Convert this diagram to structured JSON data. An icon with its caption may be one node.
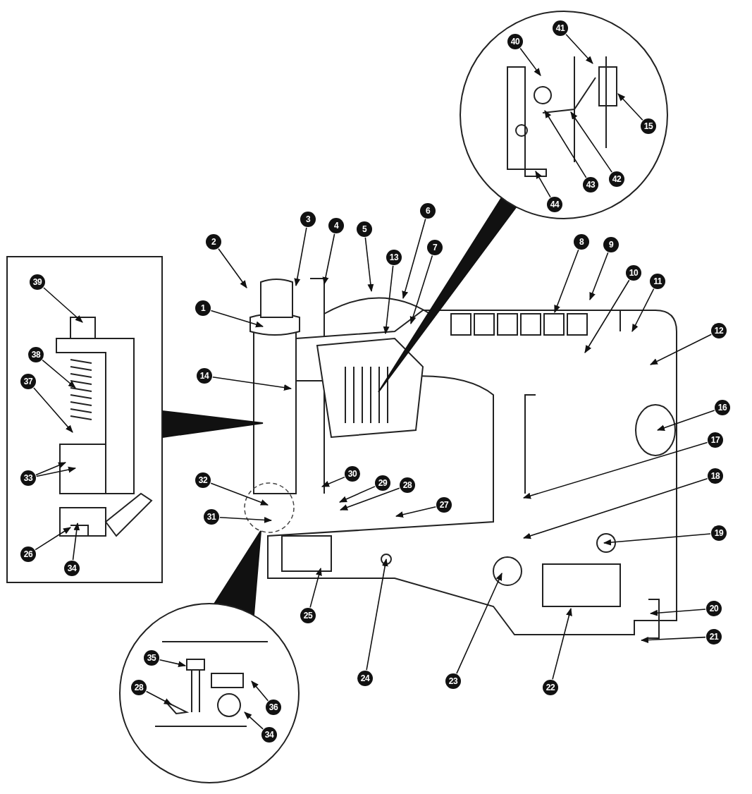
{
  "diagram": {
    "nodes": [
      {
        "text": [
          "1"
        ]
      },
      {
        "text": [
          "2"
        ]
      },
      {
        "text": [
          "3"
        ]
      },
      {
        "text": [
          "4"
        ]
      },
      {
        "text": [
          "5"
        ]
      },
      {
        "text": [
          "6"
        ]
      },
      {
        "text": [
          "7"
        ]
      },
      {
        "text": [
          "8"
        ]
      },
      {
        "text": [
          "9"
        ]
      },
      {
        "text": [
          "10"
        ]
      },
      {
        "text": [
          "11"
        ]
      },
      {
        "text": [
          "12"
        ]
      },
      {
        "text": [
          "13"
        ]
      },
      {
        "text": [
          "14"
        ]
      },
      {
        "text": [
          "15"
        ]
      },
      {
        "text": [
          "16"
        ]
      },
      {
        "text": [
          "17"
        ]
      },
      {
        "text": [
          "18"
        ]
      },
      {
        "text": [
          "19"
        ]
      },
      {
        "text": [
          "20"
        ]
      },
      {
        "text": [
          "21"
        ]
      },
      {
        "text": [
          "22"
        ]
      },
      {
        "text": [
          "23"
        ]
      },
      {
        "text": [
          "24"
        ]
      },
      {
        "text": [
          "25"
        ]
      },
      {
        "text": [
          "26"
        ]
      },
      {
        "text": [
          "27"
        ]
      },
      {
        "text": [
          "28"
        ]
      },
      {
        "text": [
          "28"
        ]
      },
      {
        "text": [
          "29"
        ]
      },
      {
        "text": [
          "30"
        ]
      },
      {
        "text": [
          "31"
        ]
      },
      {
        "text": [
          "32"
        ]
      },
      {
        "text": [
          "33"
        ]
      },
      {
        "text": [
          "34"
        ]
      },
      {
        "text": [
          "34"
        ]
      },
      {
        "text": [
          "35"
        ]
      },
      {
        "text": [
          "36"
        ]
      },
      {
        "text": [
          "37"
        ]
      },
      {
        "text": [
          "38"
        ]
      },
      {
        "text": [
          "39"
        ]
      },
      {
        "text": [
          "40"
        ]
      },
      {
        "text": [
          "41"
        ]
      },
      {
        "text": [
          "42"
        ]
      },
      {
        "text": [
          "43"
        ]
      },
      {
        "text": [
          "44"
        ]
      }
    ],
    "edges": [
      {
        "from": 0,
        "to": null,
        "arrow": "to"
      },
      {
        "from": 1,
        "to": null,
        "arrow": "to"
      },
      {
        "from": 2,
        "to": null,
        "arrow": "to"
      },
      {
        "from": 3,
        "to": null,
        "arrow": "to"
      },
      {
        "from": 4,
        "to": null,
        "arrow": "to"
      },
      {
        "from": 5,
        "to": null,
        "arrow": "to"
      },
      {
        "from": 6,
        "to": null,
        "arrow": "to"
      },
      {
        "from": 7,
        "to": null,
        "arrow": "to"
      },
      {
        "from": 8,
        "to": null,
        "arrow": "to"
      },
      {
        "from": 9,
        "to": null,
        "arrow": "to"
      },
      {
        "from": 10,
        "to": null,
        "arrow": "to"
      },
      {
        "from": 11,
        "to": null,
        "arrow": "to"
      },
      {
        "from": 12,
        "to": null,
        "arrow": "to"
      },
      {
        "from": 13,
        "to": null,
        "arrow": "to"
      },
      {
        "from": 14,
        "to": null,
        "arrow": "to"
      },
      {
        "from": 15,
        "to": null,
        "arrow": "to"
      },
      {
        "from": 16,
        "to": null,
        "arrow": "to"
      },
      {
        "from": 17,
        "to": null,
        "arrow": "to"
      },
      {
        "from": 18,
        "to": null,
        "arrow": "to"
      },
      {
        "from": 19,
        "to": null,
        "arrow": "to"
      },
      {
        "from": 20,
        "to": null,
        "arrow": "to"
      },
      {
        "from": 21,
        "to": null,
        "arrow": "to"
      },
      {
        "from": 22,
        "to": null,
        "arrow": "to"
      },
      {
        "from": 23,
        "to": null,
        "arrow": "to"
      },
      {
        "from": 24,
        "to": null,
        "arrow": "to"
      },
      {
        "from": 25,
        "to": null,
        "arrow": "to"
      },
      {
        "from": 26,
        "to": null,
        "arrow": "to"
      },
      {
        "from": 27,
        "to": null,
        "arrow": "to"
      },
      {
        "from": 28,
        "to": null,
        "arrow": "to"
      },
      {
        "from": 29,
        "to": null,
        "arrow": "to"
      },
      {
        "from": 30,
        "to": null,
        "arrow": "to"
      },
      {
        "from": 31,
        "to": null,
        "arrow": "to"
      },
      {
        "from": 32,
        "to": null,
        "arrow": "to"
      },
      {
        "from": 33,
        "to": null,
        "arrow": "to"
      },
      {
        "from": 33,
        "to": null,
        "arrow": "to"
      },
      {
        "from": 34,
        "to": null,
        "arrow": "to"
      },
      {
        "from": 35,
        "to": null,
        "arrow": "to"
      },
      {
        "from": 36,
        "to": null,
        "arrow": "to"
      },
      {
        "from": 37,
        "to": null,
        "arrow": "to"
      },
      {
        "from": 38,
        "to": null,
        "arrow": "to"
      },
      {
        "from": 39,
        "to": null,
        "arrow": "to"
      },
      {
        "from": 40,
        "to": null,
        "arrow": "to"
      },
      {
        "from": 41,
        "to": null,
        "arrow": "to"
      },
      {
        "from": 42,
        "to": null,
        "arrow": "to"
      },
      {
        "from": 43,
        "to": null,
        "arrow": "to"
      },
      {
        "from": 44,
        "to": null,
        "arrow": "to"
      },
      {
        "from": 45,
        "to": null,
        "arrow": "to"
      }
    ]
  }
}
